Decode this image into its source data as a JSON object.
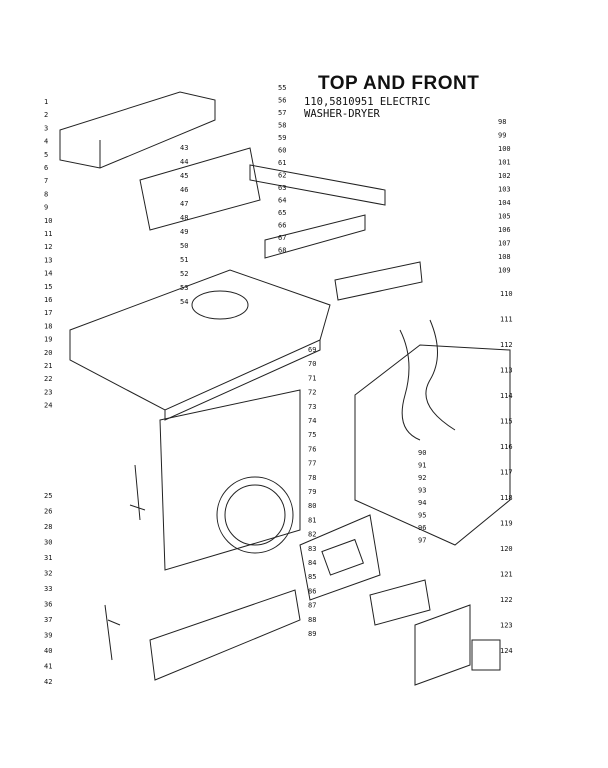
{
  "header": {
    "title": "TOP AND FRONT",
    "model_line": "110,5810951 ELECTRIC",
    "product_line": "WASHER-DRYER"
  },
  "part_numbers": {
    "left": [
      "1",
      "2",
      "3",
      "4",
      "5",
      "6",
      "7",
      "8",
      "9",
      "10",
      "11",
      "12",
      "13",
      "14",
      "15",
      "16",
      "17",
      "18",
      "19",
      "20",
      "21",
      "22",
      "23",
      "24",
      "25",
      "26",
      "28",
      "30",
      "31",
      "32",
      "33",
      "36",
      "37",
      "39",
      "40",
      "41",
      "42"
    ],
    "center": [
      "43",
      "44",
      "45",
      "46",
      "47",
      "48",
      "49",
      "50",
      "51",
      "52",
      "53",
      "54",
      "55",
      "56",
      "57",
      "58",
      "59",
      "60",
      "61",
      "62",
      "63",
      "64",
      "65",
      "66",
      "67",
      "68",
      "69",
      "70",
      "71",
      "72",
      "73",
      "74",
      "75",
      "76",
      "77",
      "78",
      "79",
      "80",
      "81",
      "82",
      "83",
      "84",
      "85",
      "86",
      "87",
      "88",
      "89"
    ],
    "right": [
      "90",
      "91",
      "92",
      "93",
      "94",
      "95",
      "96",
      "97",
      "98",
      "99",
      "100",
      "101",
      "102",
      "103",
      "104",
      "105",
      "106",
      "107",
      "108",
      "109",
      "110",
      "111",
      "112",
      "113",
      "114",
      "115",
      "116",
      "117",
      "118",
      "119",
      "120",
      "121",
      "122",
      "123",
      "124"
    ]
  }
}
